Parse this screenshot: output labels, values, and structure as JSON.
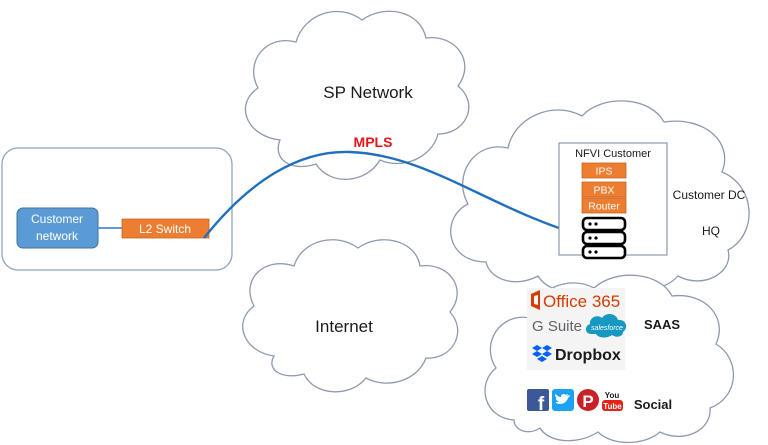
{
  "clouds": {
    "sp_network": "SP Network",
    "internet": "Internet"
  },
  "link": {
    "label": "MPLS",
    "color": "#e8151b",
    "line_color": "#1f6fbf"
  },
  "customer_site": {
    "network_label_line1": "Customer",
    "network_label_line2": "network",
    "switch_label": "L2 Switch"
  },
  "hq": {
    "nfvi_title": "NFVI Customer",
    "functions": [
      "IPS",
      "PBX",
      "Router"
    ],
    "dc_label": "Customer DC",
    "hq_label": "HQ"
  },
  "saas": {
    "label": "SAAS",
    "office": "Office 365",
    "gsuite": "G Suite",
    "salesforce": "salesforce",
    "dropbox": "Dropbox"
  },
  "social": {
    "label": "Social",
    "icons": [
      "facebook-icon",
      "twitter-icon",
      "pinterest-icon",
      "youtube-icon"
    ],
    "youtube_text_top": "You",
    "youtube_text_bottom": "Tube"
  },
  "colors": {
    "orange": "#ed7d31",
    "blue_box": "#5b9bd5",
    "office_red": "#d83b01",
    "salesforce_blue": "#1798c1",
    "dropbox_blue": "#0061fe",
    "facebook": "#3b5998",
    "twitter": "#1da1f2",
    "pinterest": "#cb2027",
    "youtube": "#e62117"
  }
}
